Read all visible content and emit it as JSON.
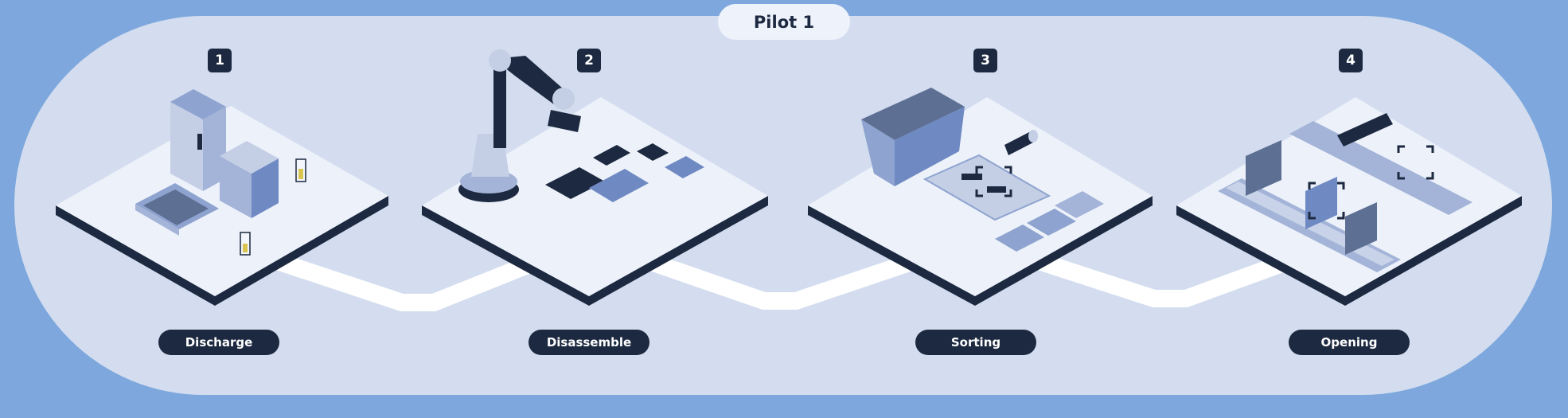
{
  "title": "Pilot 1",
  "steps": [
    {
      "number": "1",
      "label": "Discharge"
    },
    {
      "number": "2",
      "label": "Disassemble"
    },
    {
      "number": "3",
      "label": "Sorting"
    },
    {
      "number": "4",
      "label": "Opening"
    }
  ],
  "colors": {
    "background": "#7ea8dd",
    "panel": "#d3ddef",
    "platform": "#edf1fa",
    "dark": "#1c2940",
    "accent": "#7a93c9",
    "path": "#ffffff"
  }
}
